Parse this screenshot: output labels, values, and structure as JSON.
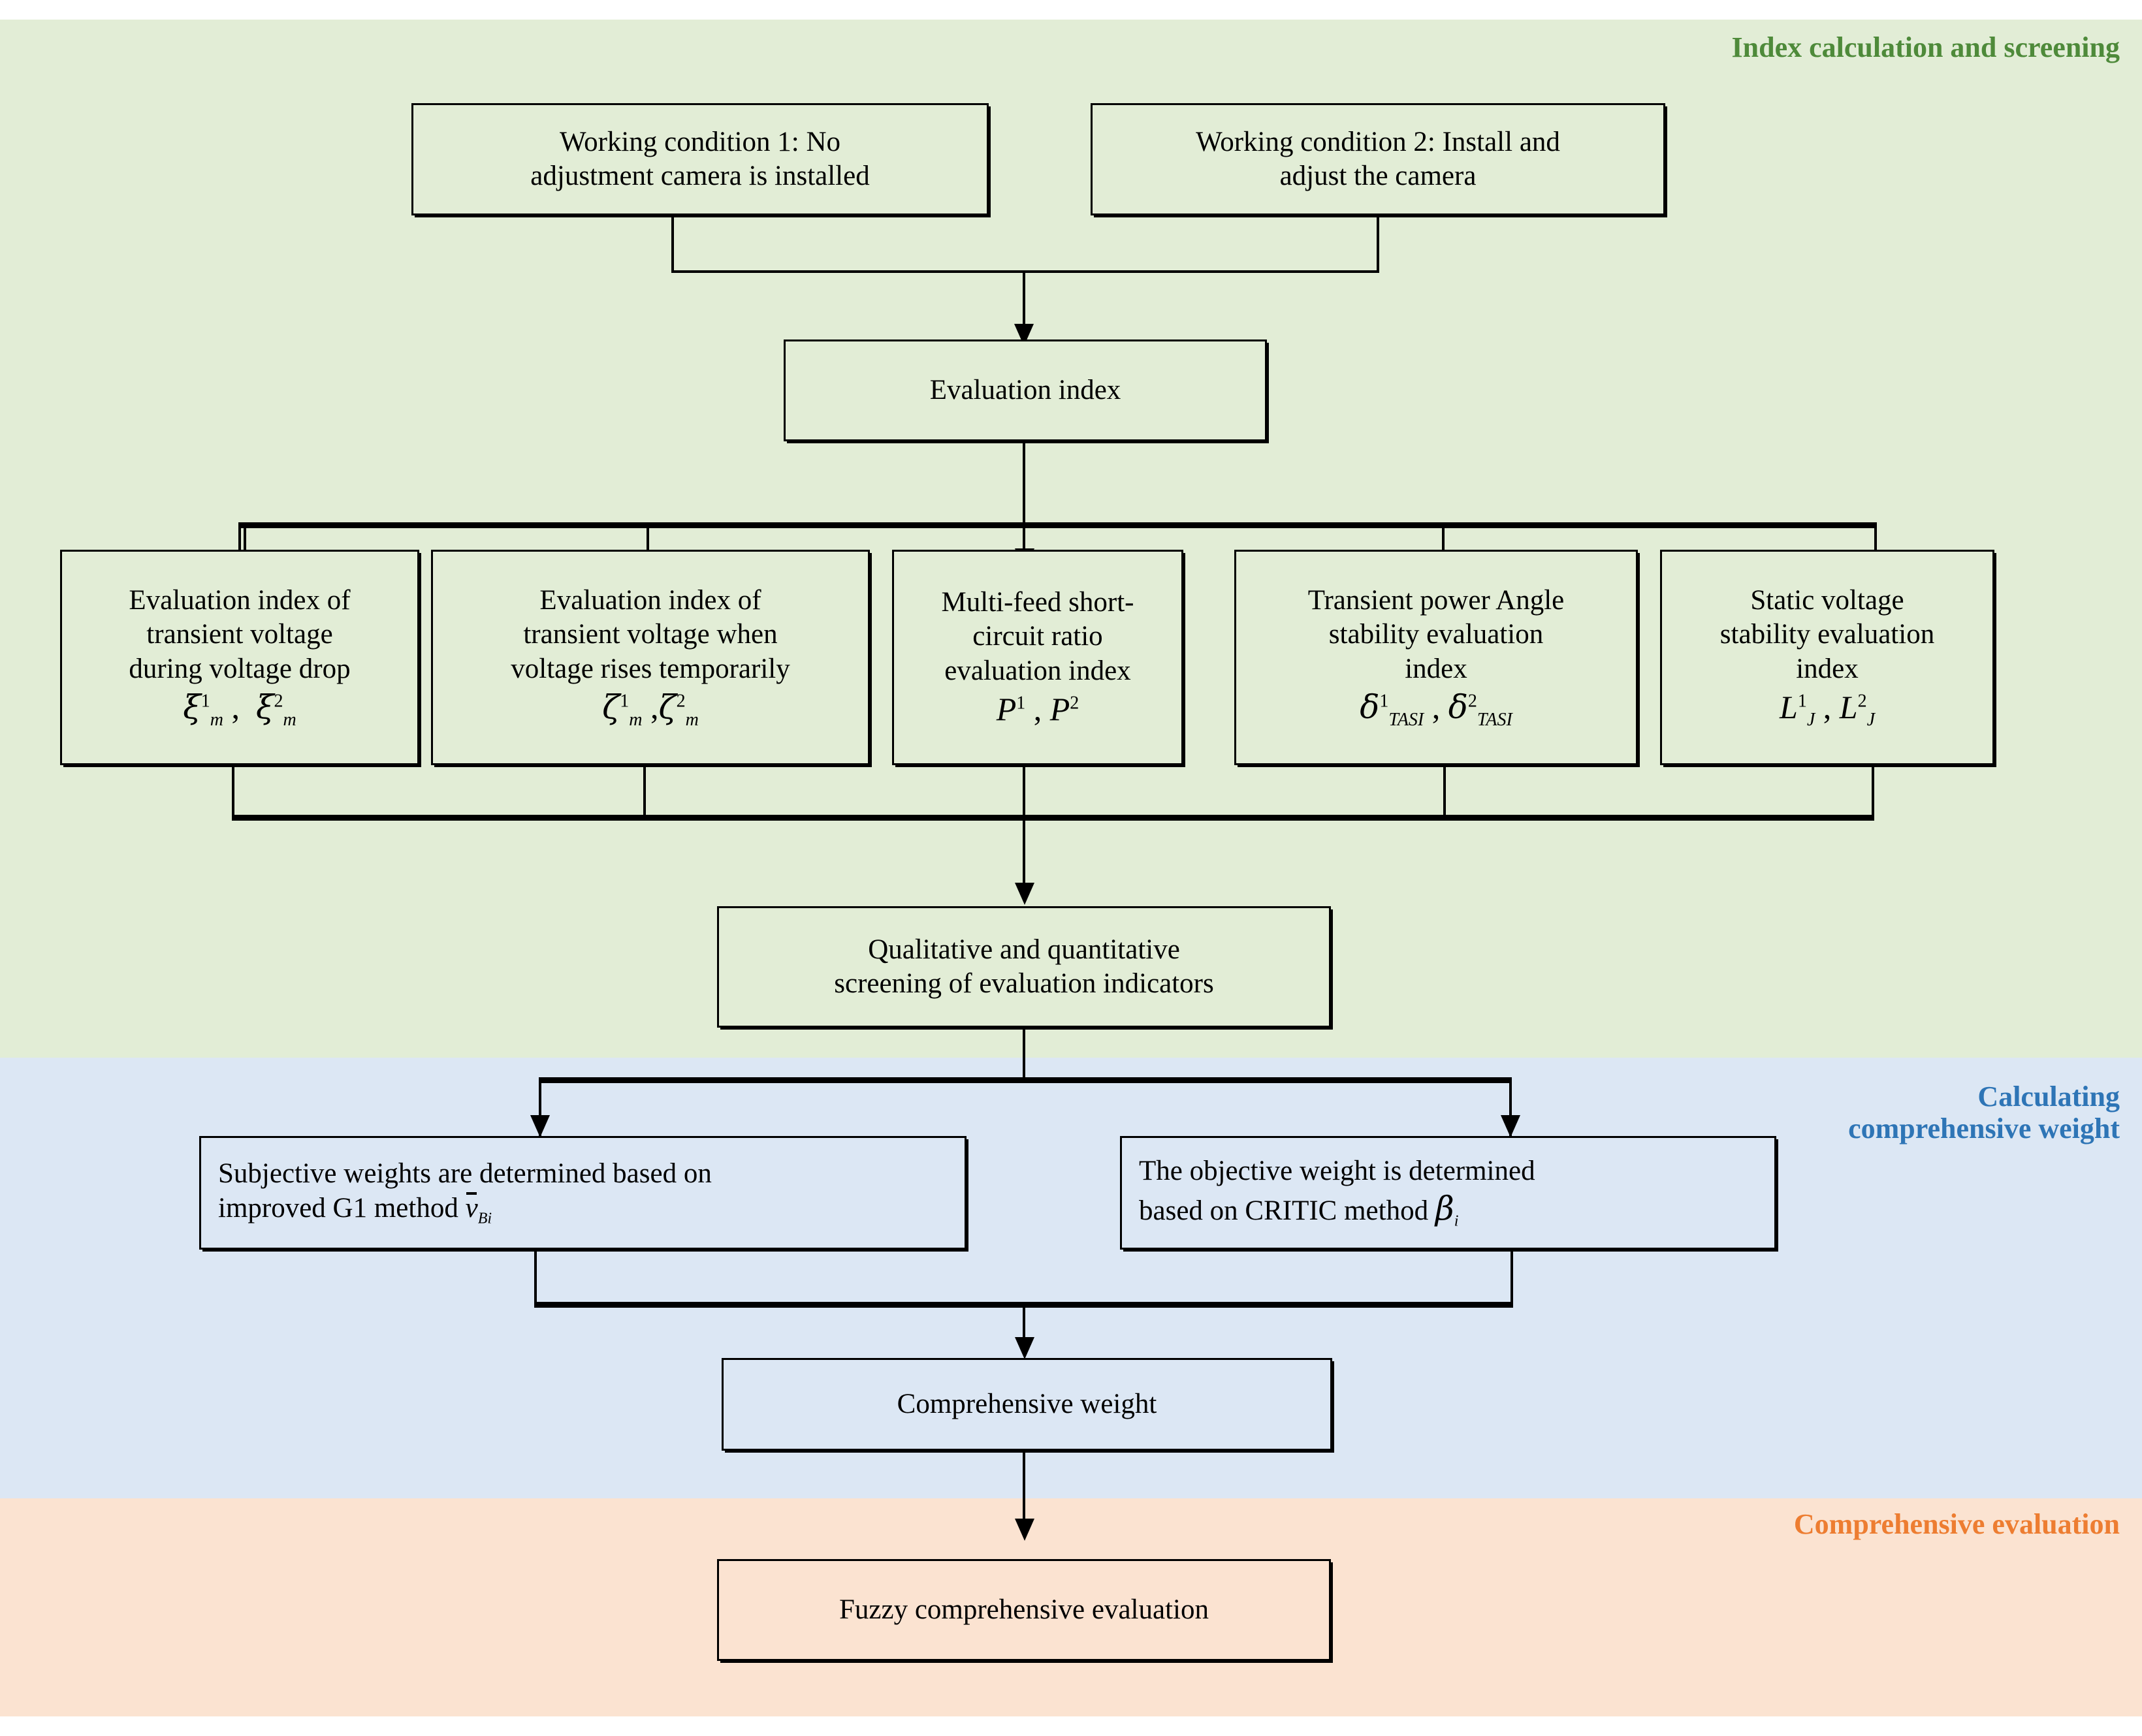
{
  "bands": [
    {
      "key": "index-calculation",
      "label": "Index calculation and screening",
      "color": "#4E8A3A",
      "bg": "#E2EDD6"
    },
    {
      "key": "calculating-weight",
      "label": "Calculating comprehensive weight",
      "color": "#2E75B6",
      "bg": "#DCE7F4"
    },
    {
      "key": "comprehensive-evaluation",
      "label": "Comprehensive evaluation",
      "color": "#ED7D31",
      "bg": "#FBE3D1"
    }
  ],
  "nodes": {
    "condition1": {
      "line1": "Working condition 1: No",
      "line2": "adjustment camera is installed"
    },
    "condition2": {
      "line1": "Working condition 2: Install and",
      "line2": "adjust the camera"
    },
    "evaluation_index": {
      "label": "Evaluation index"
    },
    "idx_transient_drop": {
      "line1": "Evaluation index of",
      "line2": "transient voltage",
      "line3": "during voltage drop",
      "symbol": "ξ",
      "sub": "m",
      "sup1": "1",
      "sup2": "2",
      "formula": "ξ¹ₘ , ξ²ₘ"
    },
    "idx_transient_rise": {
      "line1": "Evaluation index of",
      "line2": "transient voltage when",
      "line3": "voltage rises temporarily",
      "symbol": "ζ",
      "sub": "m",
      "sup1": "1",
      "sup2": "2",
      "formula": "ζ¹ₘ , ζ²ₘ"
    },
    "idx_short_circuit": {
      "line1": "Multi-feed short-",
      "line2": "circuit ratio",
      "line3": "evaluation index",
      "symbol": "P",
      "sub": "",
      "sup1": "1",
      "sup2": "2",
      "formula": "P¹ , P²"
    },
    "idx_power_angle": {
      "line1": "Transient power Angle",
      "line2": "stability evaluation",
      "line3": "index",
      "symbol": "δ",
      "sub": "TASI",
      "sup1": "1",
      "sup2": "2",
      "formula": "δ¹_TASI , δ²_TASI"
    },
    "idx_static_voltage": {
      "line1": "Static voltage",
      "line2": "stability evaluation",
      "line3": "index",
      "symbol": "L",
      "sub": "J",
      "sup1": "1",
      "sup2": "2",
      "formula": "L¹_J , L²_J"
    },
    "screening": {
      "line1": "Qualitative and quantitative",
      "line2": "screening of evaluation indicators"
    },
    "subjective_weight": {
      "line1": "Subjective weights are determined based on",
      "line2_pre": "improved G1 method ",
      "symbol": "v",
      "overline": true,
      "sub": "Bi"
    },
    "objective_weight": {
      "line1": "The objective weight is determined",
      "line2_pre": "based on CRITIC method ",
      "symbol": "β",
      "sub": "i"
    },
    "comprehensive_weight": {
      "label": "Comprehensive weight"
    },
    "fuzzy_evaluation": {
      "label": "Fuzzy comprehensive evaluation"
    }
  }
}
